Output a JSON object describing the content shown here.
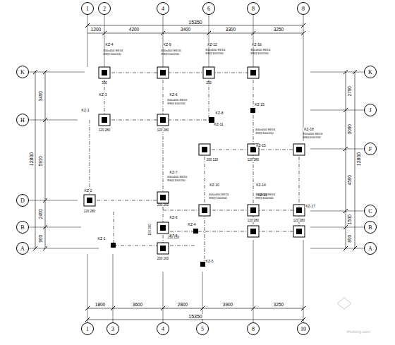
{
  "diagram": {
    "nodes": [
      {
        "text": [
          "1"
        ]
      },
      {
        "text": [
          "2"
        ]
      },
      {
        "text": [
          "4"
        ]
      },
      {
        "text": [
          "6"
        ]
      },
      {
        "text": [
          "8"
        ]
      },
      {
        "text": [
          "8"
        ]
      },
      {
        "text": [
          "K"
        ]
      },
      {
        "text": [
          "H"
        ]
      },
      {
        "text": [
          "D"
        ]
      },
      {
        "text": [
          "B"
        ]
      },
      {
        "text": [
          "A"
        ]
      },
      {
        "text": [
          "K"
        ]
      },
      {
        "text": [
          "J"
        ]
      },
      {
        "text": [
          "F"
        ]
      },
      {
        "text": [
          "C"
        ]
      },
      {
        "text": [
          "B"
        ]
      },
      {
        "text": [
          "A"
        ]
      },
      {
        "text": [
          "1"
        ]
      },
      {
        "text": [
          "3"
        ]
      },
      {
        "text": [
          "4"
        ]
      },
      {
        "text": [
          "5"
        ]
      },
      {
        "text": [
          "8"
        ]
      },
      {
        "text": [
          "10"
        ]
      }
    ],
    "labels": [
      "15350",
      "1200",
      "4200",
      "3400",
      "3300",
      "3250",
      "1800",
      "3600",
      "2800",
      "3900",
      "3250",
      "15350",
      "3400",
      "12800",
      "5910",
      "2400",
      "900",
      "2700",
      "3000",
      "4500",
      "1500",
      "800",
      "12800",
      "KZ-4",
      "KZ-9",
      "KZ-12",
      "KZ-16",
      "KZ-1",
      "KZ-3",
      "KZ-6",
      "KZ-8",
      "KZ-15",
      "KZ-11",
      "KZ-15",
      "KZ-18",
      "KZ-2",
      "KZ-7",
      "KZ-10",
      "KZ-14",
      "KZ-13",
      "KZ-17",
      "KZ-1",
      "KZ-6",
      "KZ-4",
      "KZ-5",
      "KZ-5",
      "350x400 8Φ16 Φ8@100/200",
      "350x400 8Φ16 Φ8@100/200",
      "350x400 8Φ16 Φ8@100/200",
      "350x400 8Φ16 Φ8@100/200",
      "400x400 8Φ16 Φ8@100/200",
      "400x400 8Φ16 Φ8@100/200",
      "350x400 8Φ16 Φ8@100/200",
      "400x400 8Φ16 Φ8@100/200",
      "400x400 8Φ16 Φ8@100/200",
      "350x400 8Φ16 Φ8@100/200",
      "120 280",
      "120 280",
      "120 280",
      "200 200",
      "200 120",
      "120 280",
      "250 150",
      "120 280",
      "120 280",
      "200 200",
      "100 300",
      "330",
      "250",
      "zhulong.com"
    ]
  }
}
